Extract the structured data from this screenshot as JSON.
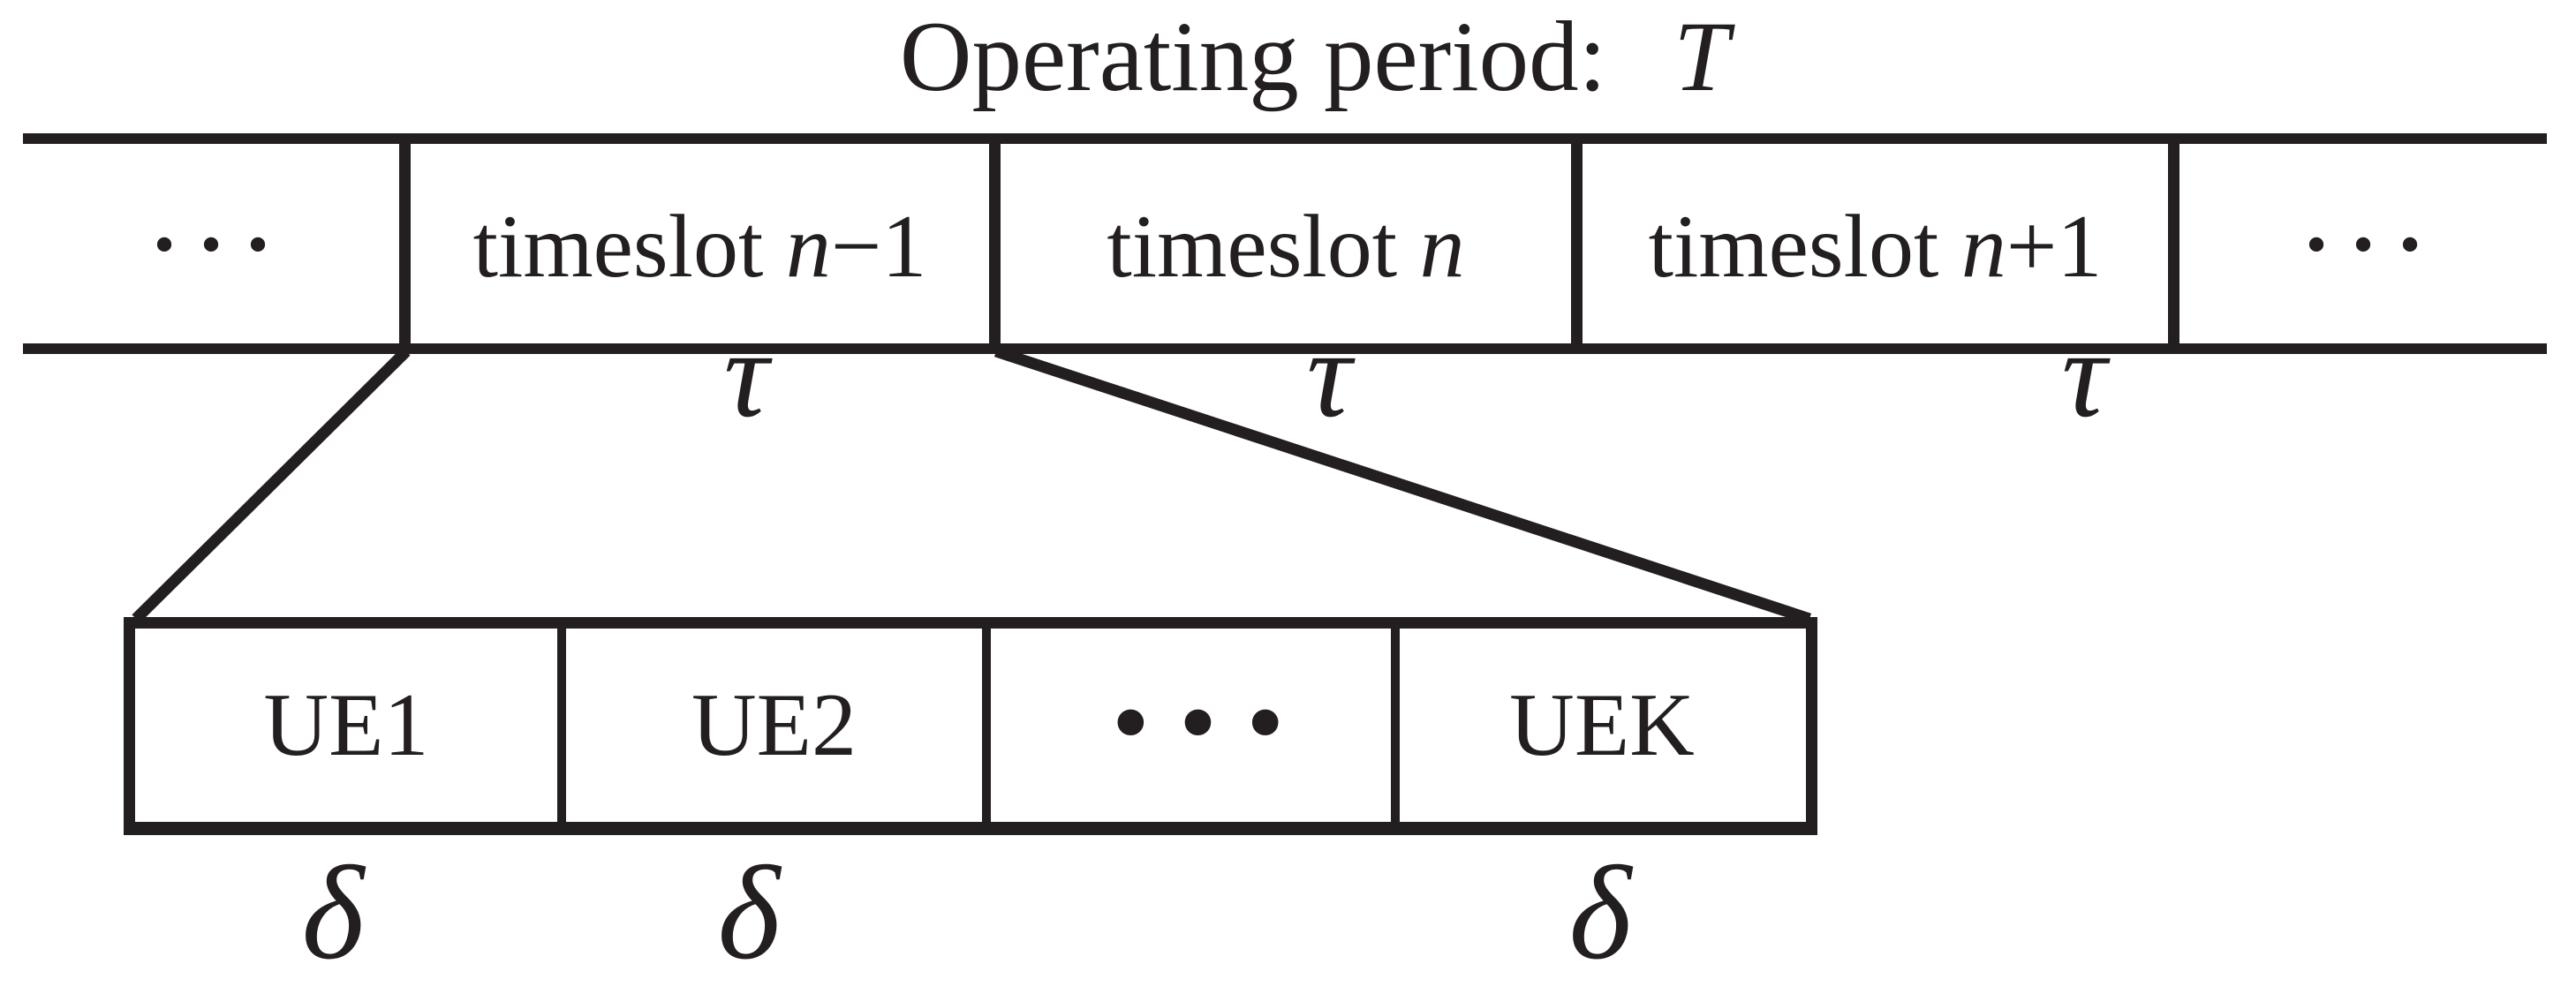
{
  "ink_color": "#231f20",
  "title": {
    "text": "Operating period: ",
    "symbol": "T"
  },
  "top_band": {
    "cells": [
      {
        "pre": "•••",
        "var": "",
        "post": ""
      },
      {
        "pre": "timeslot ",
        "var": "n",
        "post": "−1"
      },
      {
        "pre": "timeslot ",
        "var": "n",
        "post": ""
      },
      {
        "pre": "timeslot ",
        "var": "n",
        "post": "+1"
      },
      {
        "pre": "•••",
        "var": "",
        "post": ""
      }
    ],
    "tau_labels": [
      "τ",
      "τ",
      "τ"
    ]
  },
  "lower_band": {
    "cells": [
      "UE1",
      "UE2",
      "•••",
      "UEK"
    ],
    "delta_labels": [
      "δ",
      "δ",
      "δ"
    ]
  }
}
